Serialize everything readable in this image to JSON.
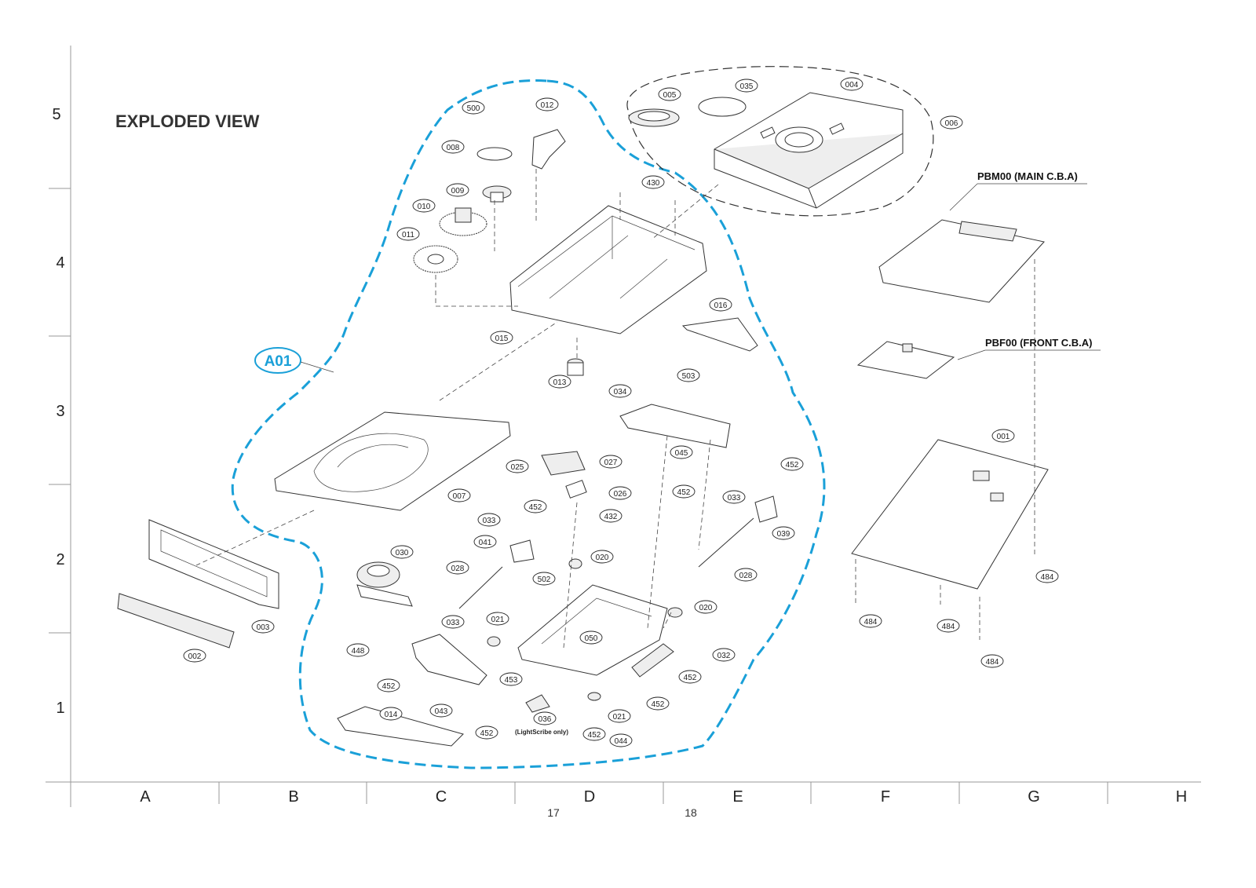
{
  "title": "EXPLODED VIEW",
  "rows": [
    "5",
    "4",
    "3",
    "2",
    "1"
  ],
  "columns": [
    "A",
    "B",
    "C",
    "D",
    "E",
    "F",
    "G",
    "H"
  ],
  "page_numbers": [
    "17",
    "18"
  ],
  "assembly_tag": "A01",
  "boards": {
    "main": "PBM00 (MAIN C.B.A)",
    "front": "PBF00 (FRONT C.B.A)"
  },
  "note": "(LightScribe only)",
  "part_numbers": {
    "p001": "001",
    "p002": "002",
    "p003": "003",
    "p004": "004",
    "p005": "005",
    "p006": "006",
    "p007": "007",
    "p008": "008",
    "p009": "009",
    "p010": "010",
    "p011": "011",
    "p012": "012",
    "p013": "013",
    "p014": "014",
    "p015": "015",
    "p016": "016",
    "p020": "020",
    "p021": "021",
    "p025": "025",
    "p026": "026",
    "p027": "027",
    "p028": "028",
    "p030": "030",
    "p032": "032",
    "p033": "033",
    "p034": "034",
    "p035": "035",
    "p036": "036",
    "p039": "039",
    "p041": "041",
    "p043": "043",
    "p044": "044",
    "p045": "045",
    "p050": "050",
    "p430": "430",
    "p432": "432",
    "p448": "448",
    "p452": "452",
    "p453": "453",
    "p484": "484",
    "p500": "500",
    "p502": "502",
    "p503": "503"
  }
}
